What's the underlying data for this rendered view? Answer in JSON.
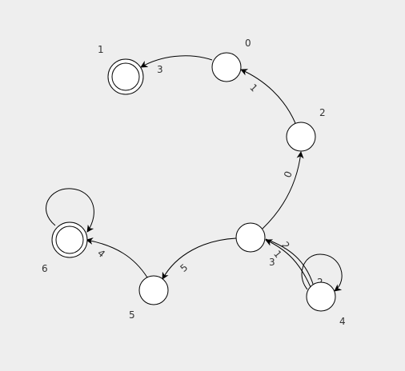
{
  "diagram": {
    "type": "state-machine",
    "colors": {
      "background": "#eeeeee",
      "node_fill": "#ffffff",
      "stroke": "#000000",
      "label": "#333333"
    },
    "states": [
      {
        "id": "s0",
        "label": "0",
        "accepting": false
      },
      {
        "id": "s1",
        "label": "1",
        "accepting": true
      },
      {
        "id": "s2",
        "label": "2",
        "accepting": false
      },
      {
        "id": "s3",
        "label": "3",
        "accepting": false
      },
      {
        "id": "s4",
        "label": "4",
        "accepting": false
      },
      {
        "id": "s5",
        "label": "5",
        "accepting": false
      },
      {
        "id": "s6",
        "label": "6",
        "accepting": true
      }
    ],
    "transitions": [
      {
        "id": "t0-1",
        "from": "0",
        "to": "1",
        "label": "3"
      },
      {
        "id": "t2-0",
        "from": "2",
        "to": "0",
        "label": "1"
      },
      {
        "id": "t3-2",
        "from": "3",
        "to": "2",
        "label": "0"
      },
      {
        "id": "t3-5",
        "from": "3",
        "to": "5",
        "label": "5"
      },
      {
        "id": "t5-6",
        "from": "5",
        "to": "6",
        "label": "4"
      },
      {
        "id": "t6-6",
        "from": "6",
        "to": "6",
        "label": ""
      },
      {
        "id": "t4-3a",
        "from": "4",
        "to": "3",
        "label": "1"
      },
      {
        "id": "t4-3b",
        "from": "4",
        "to": "3",
        "label": "2"
      },
      {
        "id": "t4-4",
        "from": "4",
        "to": "4",
        "label": "2"
      }
    ]
  }
}
